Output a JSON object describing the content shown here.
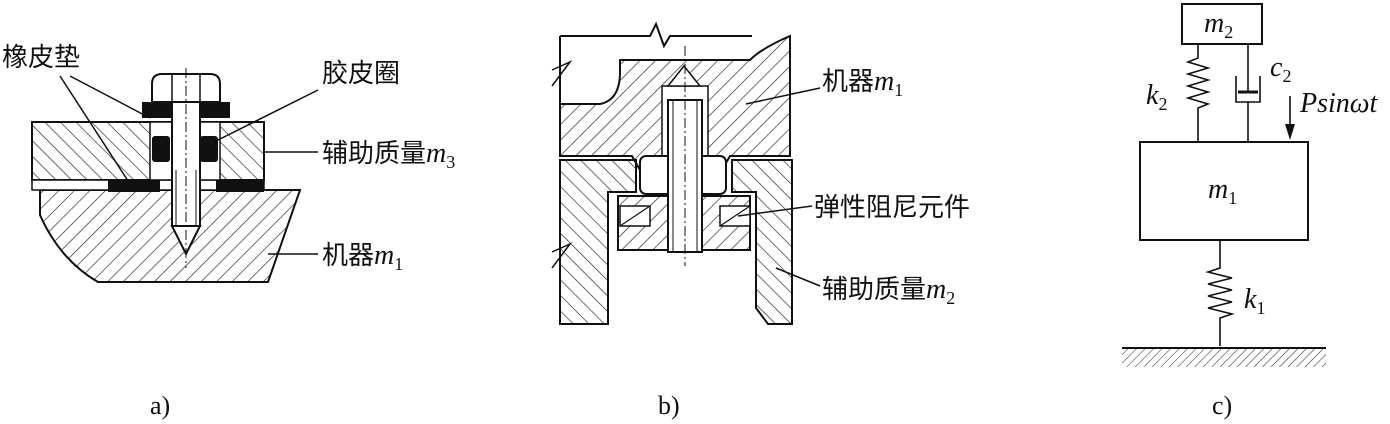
{
  "figure_a": {
    "caption": "a)",
    "label_rubber_pad": "橡皮垫",
    "label_rubber_ring": "胶皮圈",
    "label_aux_mass_text": "辅助质量",
    "label_aux_mass_sym": "m",
    "label_aux_mass_sub": "3",
    "label_machine_text": "机器",
    "label_machine_sym": "m",
    "label_machine_sub": "1"
  },
  "figure_b": {
    "caption": "b)",
    "label_machine_text": "机器",
    "label_machine_sym": "m",
    "label_machine_sub": "1",
    "label_damper": "弹性阻尼元件",
    "label_aux_mass_text": "辅助质量",
    "label_aux_mass_sym": "m",
    "label_aux_mass_sub": "2"
  },
  "figure_c": {
    "caption": "c)",
    "mass_top_sym": "m",
    "mass_top_sub": "2",
    "mass_main_sym": "m",
    "mass_main_sub": "1",
    "spring_top_sym": "k",
    "spring_top_sub": "2",
    "damper_sym": "c",
    "damper_sub": "2",
    "spring_bottom_sym": "k",
    "spring_bottom_sub": "1",
    "force_label": "Psinωt"
  }
}
